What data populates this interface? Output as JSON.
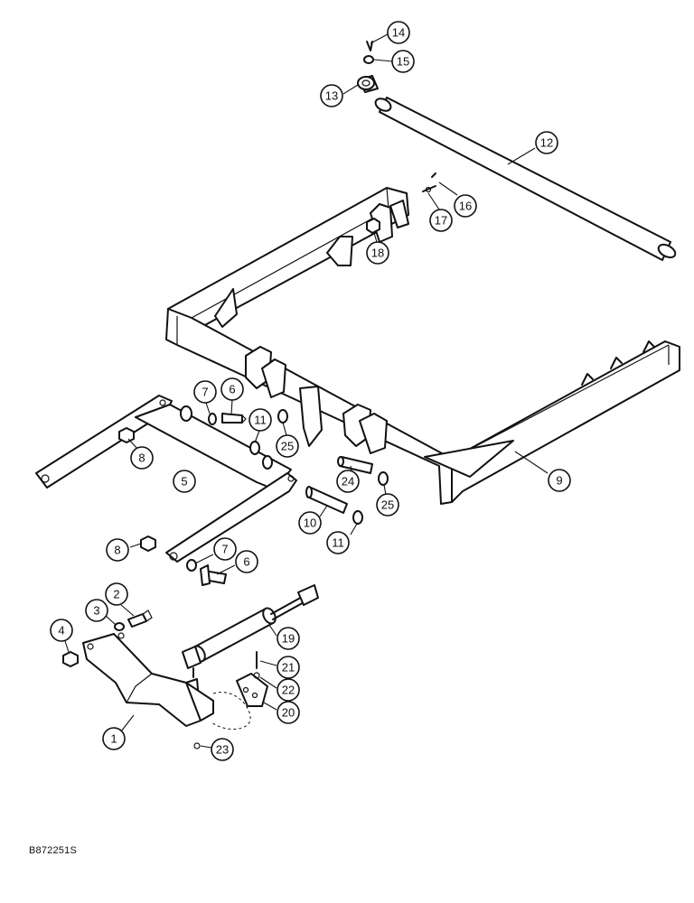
{
  "diagram": {
    "reference_code": "B872251S",
    "callouts": [
      {
        "id": "c14",
        "label": "14"
      },
      {
        "id": "c15",
        "label": "15"
      },
      {
        "id": "c13",
        "label": "13"
      },
      {
        "id": "c12",
        "label": "12"
      },
      {
        "id": "c16",
        "label": "16"
      },
      {
        "id": "c17",
        "label": "17"
      },
      {
        "id": "c18",
        "label": "18"
      },
      {
        "id": "c7a",
        "label": "7"
      },
      {
        "id": "c6a",
        "label": "6"
      },
      {
        "id": "c11a",
        "label": "11"
      },
      {
        "id": "c8a",
        "label": "8"
      },
      {
        "id": "c25a",
        "label": "25"
      },
      {
        "id": "c5",
        "label": "5"
      },
      {
        "id": "c24",
        "label": "24"
      },
      {
        "id": "c25b",
        "label": "25"
      },
      {
        "id": "c9",
        "label": "9"
      },
      {
        "id": "c10",
        "label": "10"
      },
      {
        "id": "c11b",
        "label": "11"
      },
      {
        "id": "c8b",
        "label": "8"
      },
      {
        "id": "c7b",
        "label": "7"
      },
      {
        "id": "c6b",
        "label": "6"
      },
      {
        "id": "c2",
        "label": "2"
      },
      {
        "id": "c3",
        "label": "3"
      },
      {
        "id": "c4",
        "label": "4"
      },
      {
        "id": "c19",
        "label": "19"
      },
      {
        "id": "c21",
        "label": "21"
      },
      {
        "id": "c22",
        "label": "22"
      },
      {
        "id": "c20",
        "label": "20"
      },
      {
        "id": "c1",
        "label": "1"
      },
      {
        "id": "c23",
        "label": "23"
      }
    ]
  }
}
